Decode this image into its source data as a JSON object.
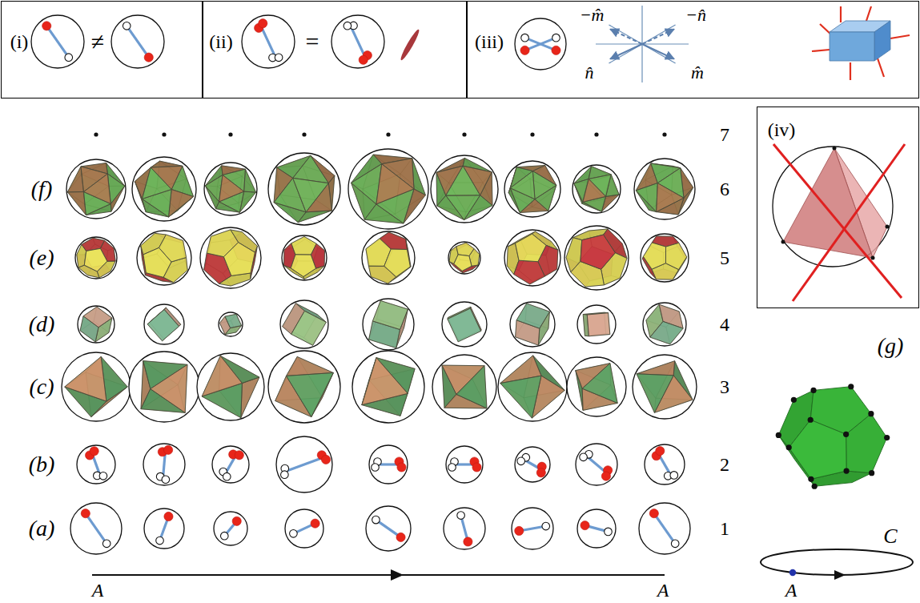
{
  "diagram": {
    "nodes": [
      {
        "text": [
          "(i)",
          "≠"
        ]
      },
      {
        "text": [
          "(ii)",
          "="
        ]
      },
      {
        "text": [
          "(iii)",
          "−m̂",
          "−n̂",
          "n̂",
          "m̂"
        ]
      },
      {
        "text": [
          "(iv)"
        ]
      }
    ],
    "labels": [
      "7",
      "(f)",
      "6",
      "(e)",
      "5",
      "(d)",
      "4",
      "(c)",
      "3",
      "(b)",
      "2",
      "(a)",
      "1",
      "(g)",
      "A",
      "A",
      "A",
      "C"
    ]
  }
}
